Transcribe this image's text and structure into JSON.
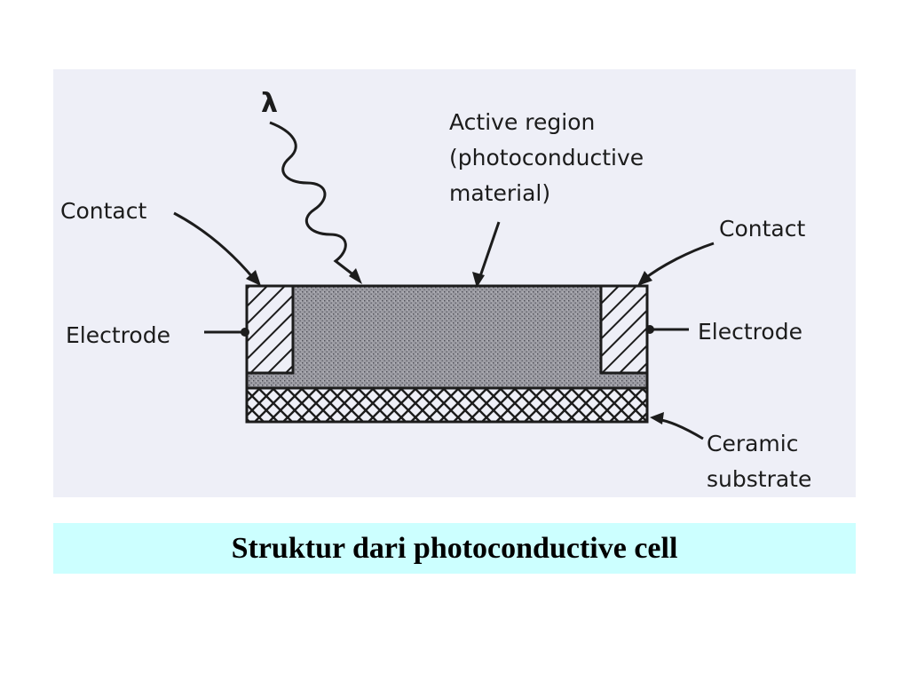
{
  "diagram": {
    "labels": {
      "lambda": "λ",
      "active_region_line1": "Active region",
      "active_region_line2": "(photoconductive",
      "active_region_line3": "material)",
      "contact_left": "Contact",
      "contact_right": "Contact",
      "electrode_left": "Electrode",
      "electrode_right": "Electrode",
      "substrate_line1": "Ceramic",
      "substrate_line2": "substrate"
    }
  },
  "caption": {
    "text": "Struktur dari photoconductive cell"
  }
}
